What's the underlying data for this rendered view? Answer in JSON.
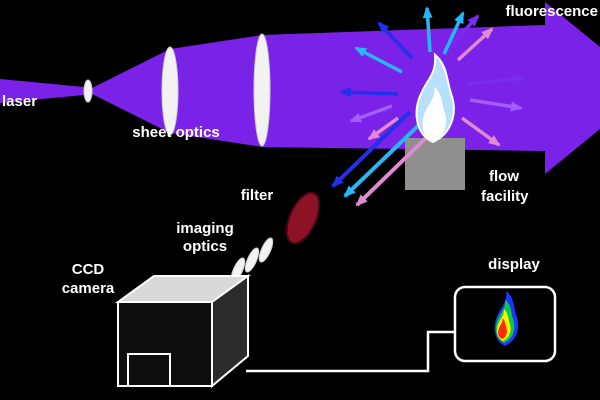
{
  "labels": {
    "laser": "laser",
    "sheet_optics": "sheet optics",
    "fluorescence": "fluorescence",
    "flow_facility": [
      "flow",
      "facility"
    ],
    "filter": "filter",
    "imaging_optics": [
      "imaging",
      "optics"
    ],
    "ccd_camera": [
      "CCD",
      "camera"
    ],
    "display": "display"
  },
  "colors": {
    "background": "#000000",
    "text": "#ffffff",
    "laser_beam": "#7b22e8",
    "lens": "#f2f2f2",
    "flame_outer": "#b9e0fa",
    "flame_inner": "#ffffff",
    "flow_facility_box": "#8f8f8f",
    "filter": "#8e1226",
    "camera_top": "#d9d9d9",
    "camera_front": "#0d0d0d",
    "camera_side": "#2b2b2b",
    "display_fill": "#000000",
    "arrow_cyan": "#29b6f6",
    "arrow_blue": "#2430e8",
    "arrow_purple": "#7a2bf0",
    "arrow_violet": "#a45cff",
    "arrow_pink": "#e08ad2",
    "display_contour_blue": "#2233ff",
    "display_contour_green": "#00cc44",
    "display_contour_yellow": "#ffee00",
    "display_contour_red": "#ff2a00"
  }
}
